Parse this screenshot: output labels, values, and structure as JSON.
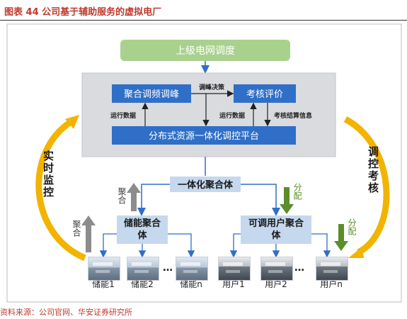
{
  "caption": "图表 44 公司基于辅助服务的虚拟电厂",
  "source": "资料来源：公司官网、华安证券研究所",
  "colors": {
    "green_box": "#a9d18e",
    "blue_box": "#2f6fc7",
    "light_blue_box": "#c5d8ee",
    "platform_bg": "#d9dbdf",
    "arrow_blue": "#2f6fc7",
    "gold": "#f2b400",
    "gray_arrow": "#8c8c8c",
    "green_arrow": "#5b8e2a"
  },
  "diagram": {
    "top": "上级电网调度",
    "peak": "聚合调频调峰",
    "peak_decision": "调峰决策",
    "eval": "考核评价",
    "run_data_left": "运行数据",
    "run_data_right": "运行数据",
    "eval_settlement": "考核结算信息",
    "platform": "分布式资源一体化调控平台",
    "aggregator": "一体化聚合体",
    "storage_agg": "储能聚合体",
    "user_agg": "可调用户聚合体",
    "realtime_monitor": "实时监控",
    "dispatch_eval": "调控考核",
    "aggregate_1": "聚合",
    "aggregate_2": "聚合",
    "dispatch_1": "分配",
    "dispatch_2": "分配",
    "ellipsis_left": "…",
    "ellipsis_right": "…",
    "nodes_left": [
      "储能1",
      "储能2",
      "储能n"
    ],
    "nodes_right": [
      "用户1",
      "用户2",
      "用户n"
    ]
  }
}
